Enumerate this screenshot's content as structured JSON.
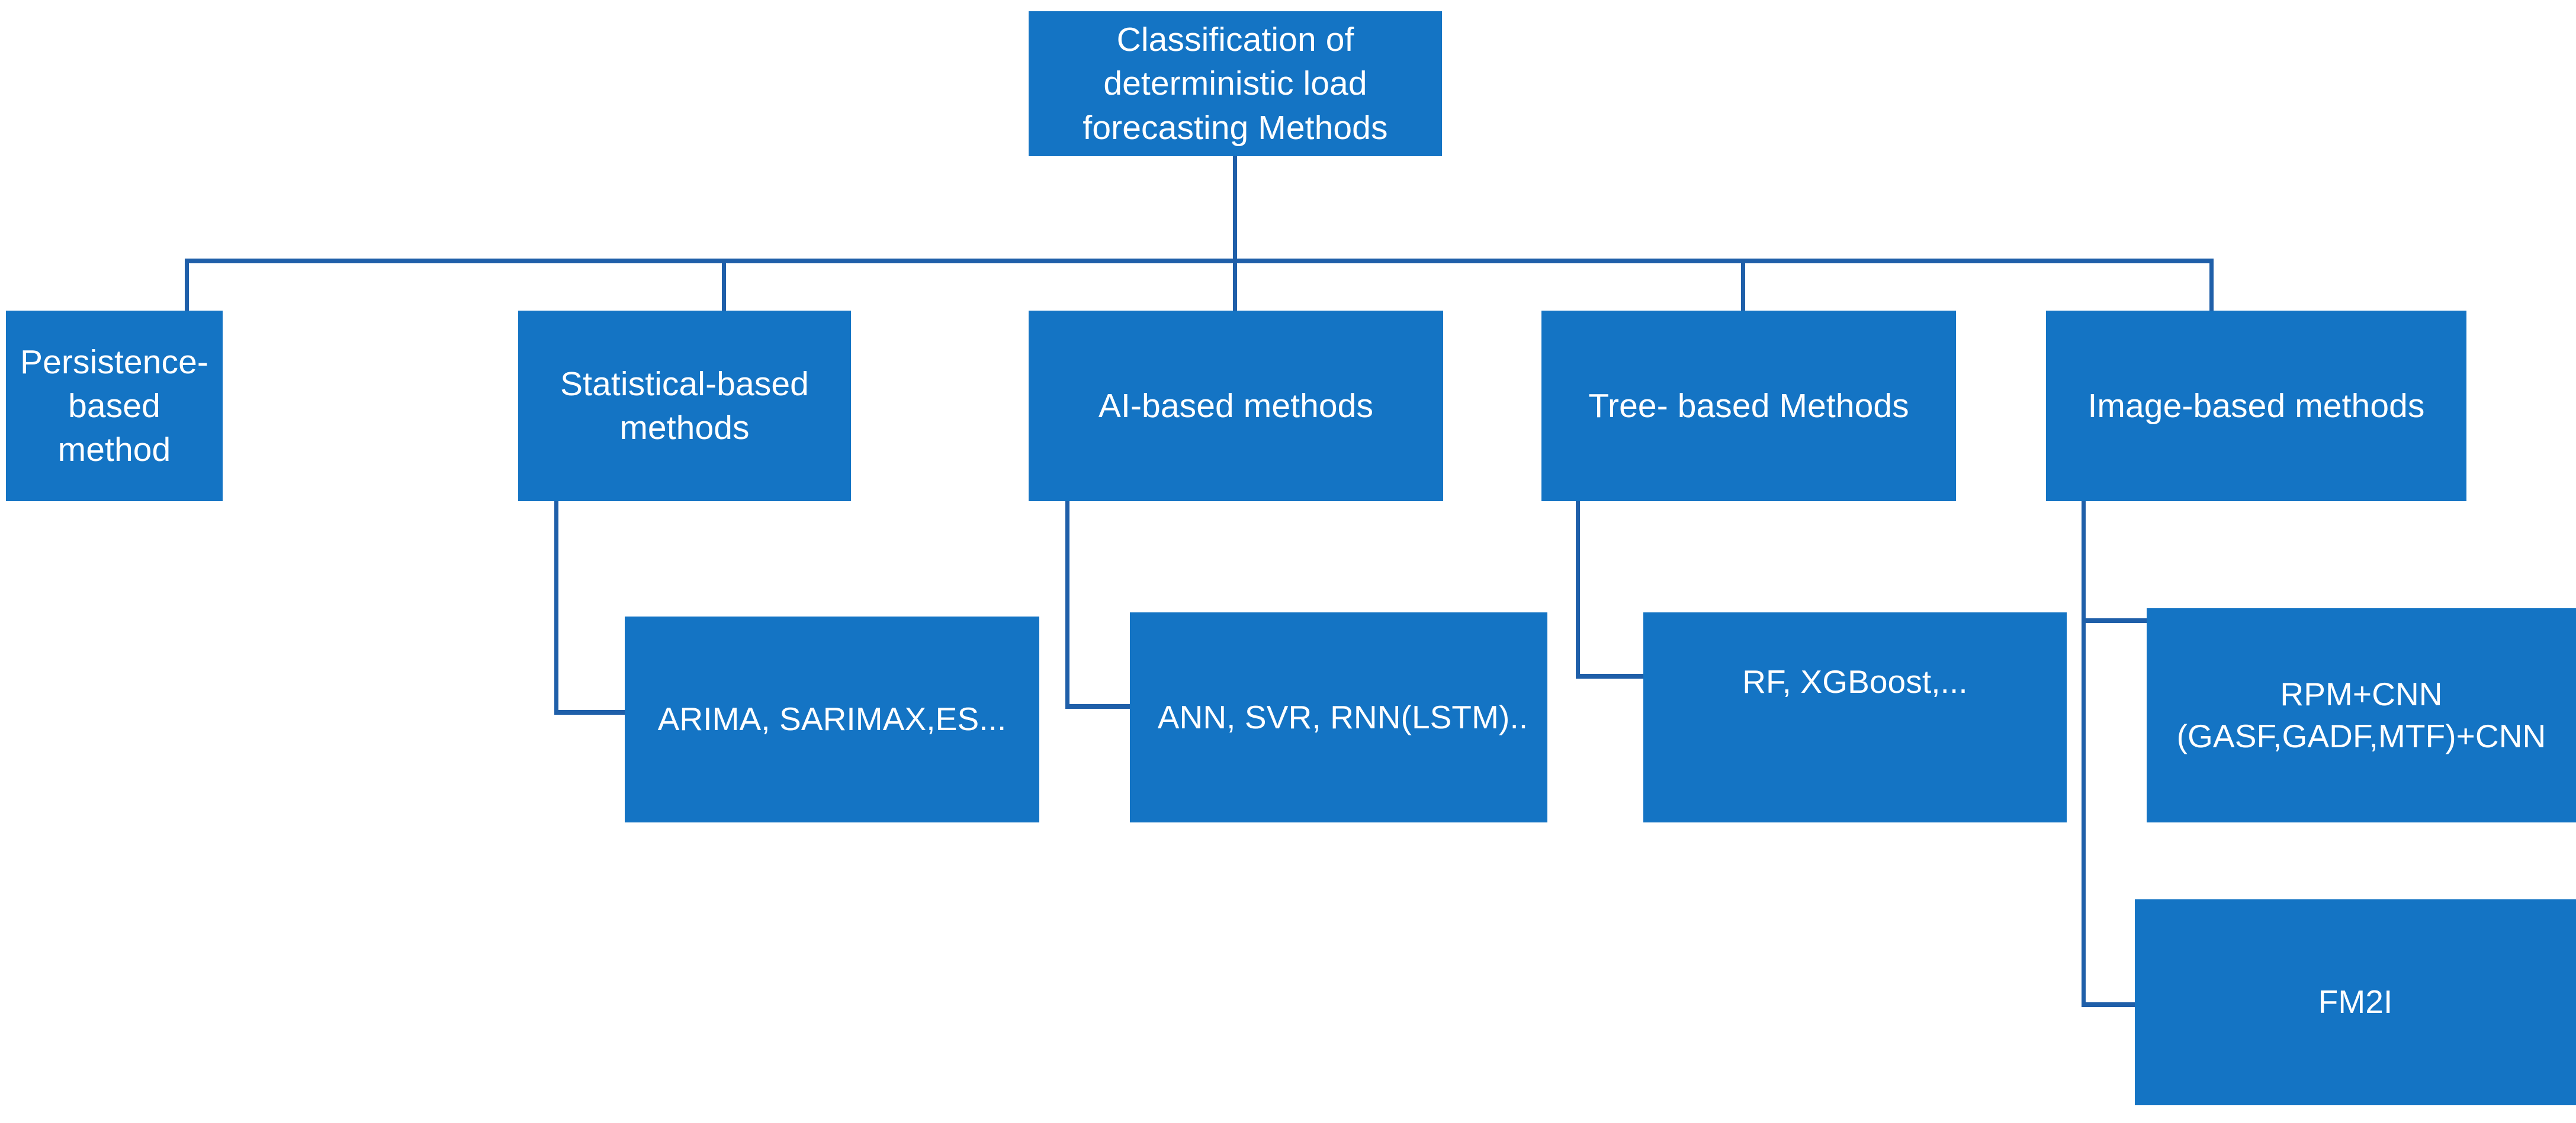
{
  "diagram": {
    "title": "Classification of deterministic load forecasting Methods",
    "accent_color": "#1474C4",
    "connector_color": "#1F5FA9",
    "root": {
      "id": "root",
      "label": "Classification of\ndeterministic load\nforecasting  Methods"
    },
    "level2": [
      {
        "id": "persistence",
        "label": "Persistence-based\nmethod"
      },
      {
        "id": "statistical",
        "label": "Statistical-based\nmethods"
      },
      {
        "id": "ai",
        "label": "AI-based methods"
      },
      {
        "id": "tree",
        "label": "Tree- based Methods"
      },
      {
        "id": "image",
        "label": "Image-based methods"
      }
    ],
    "level3": [
      {
        "id": "arima",
        "parent": "statistical",
        "label": "ARIMA, SARIMAX,ES..."
      },
      {
        "id": "ann",
        "parent": "ai",
        "label": "ANN, SVR, RNN(LSTM).."
      },
      {
        "id": "rf",
        "parent": "tree",
        "label": "RF, XGBoost,..."
      },
      {
        "id": "rpm",
        "parent": "image",
        "label": "RPM+CNN\n(GASF,GADF,MTF)+CNN"
      },
      {
        "id": "fm2i",
        "parent": "image",
        "label": "FM2I"
      }
    ]
  }
}
